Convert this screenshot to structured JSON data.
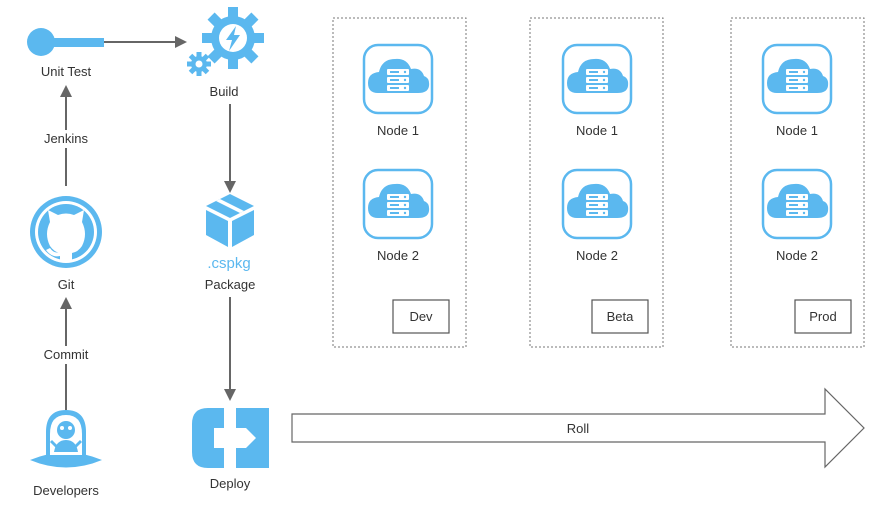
{
  "nodes": {
    "unit_test": "Unit Test",
    "jenkins": "Jenkins",
    "git": "Git",
    "commit": "Commit",
    "developers": "Developers",
    "build": "Build",
    "package_ext": ".cspkg",
    "package": "Package",
    "deploy": "Deploy",
    "roll": "Roll"
  },
  "environments": [
    {
      "name": "Dev",
      "nodes": [
        "Node 1",
        "Node 2"
      ]
    },
    {
      "name": "Beta",
      "nodes": [
        "Node 1",
        "Node 2"
      ]
    },
    {
      "name": "Prod",
      "nodes": [
        "Node 1",
        "Node 2"
      ]
    }
  ],
  "colors": {
    "accent": "#5bb8ef",
    "arrow": "#666666",
    "text": "#333333"
  },
  "icons": [
    "unit-test-icon",
    "build-gears-icon",
    "github-octocat-icon",
    "developer-alien-icon",
    "package-box-icon",
    "deploy-logo-icon",
    "cloud-server-icon"
  ]
}
